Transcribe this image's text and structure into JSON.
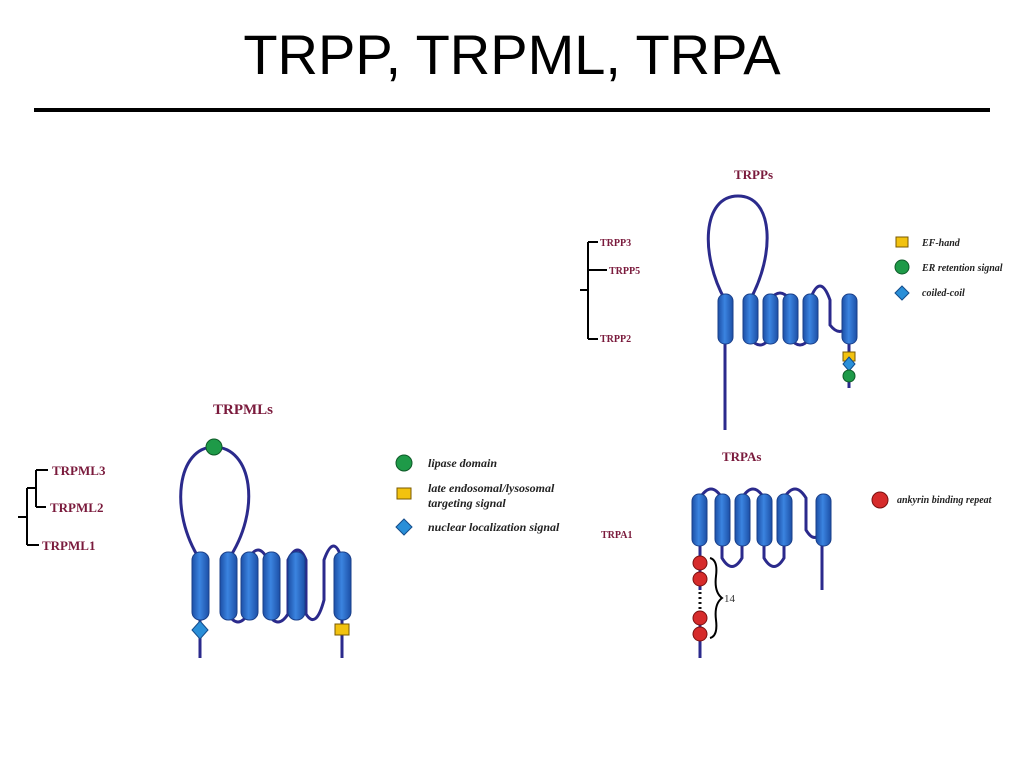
{
  "slide": {
    "title": "TRPP, TRPML, TRPA"
  },
  "trpp": {
    "heading": "TRPPs",
    "tree": [
      "TRPP3",
      "TRPP5",
      "TRPP2"
    ],
    "legend": [
      {
        "label": "EF-hand",
        "symbol": "square",
        "color": "#f2c20f"
      },
      {
        "label": "ER retention signal",
        "symbol": "circle",
        "color": "#1e9a48"
      },
      {
        "label": "coiled-coil",
        "symbol": "diamond",
        "color": "#2a8fd8"
      }
    ]
  },
  "trpml": {
    "heading": "TRPMLs",
    "tree": [
      "TRPML3",
      "TRPML2",
      "TRPML1"
    ],
    "legend": [
      {
        "label": "lipase domain",
        "symbol": "circle",
        "color": "#1e9a48"
      },
      {
        "label": "late endosomal/lysosomal",
        "label2": "targeting signal",
        "symbol": "square",
        "color": "#f2c20f"
      },
      {
        "label": "nuclear localization signal",
        "symbol": "diamond",
        "color": "#2a8fd8"
      }
    ]
  },
  "trpa": {
    "heading": "TRPAs",
    "member": "TRPA1",
    "repeat_count": "14",
    "legend": [
      {
        "label": "ankyrin binding repeat",
        "symbol": "circle",
        "color": "#d62b2b"
      }
    ]
  },
  "colors": {
    "helix": "#2f6fc8",
    "helix_edge": "#1a3f8a",
    "chain": "#2b2a8c",
    "heading": "#7a1a3c"
  }
}
